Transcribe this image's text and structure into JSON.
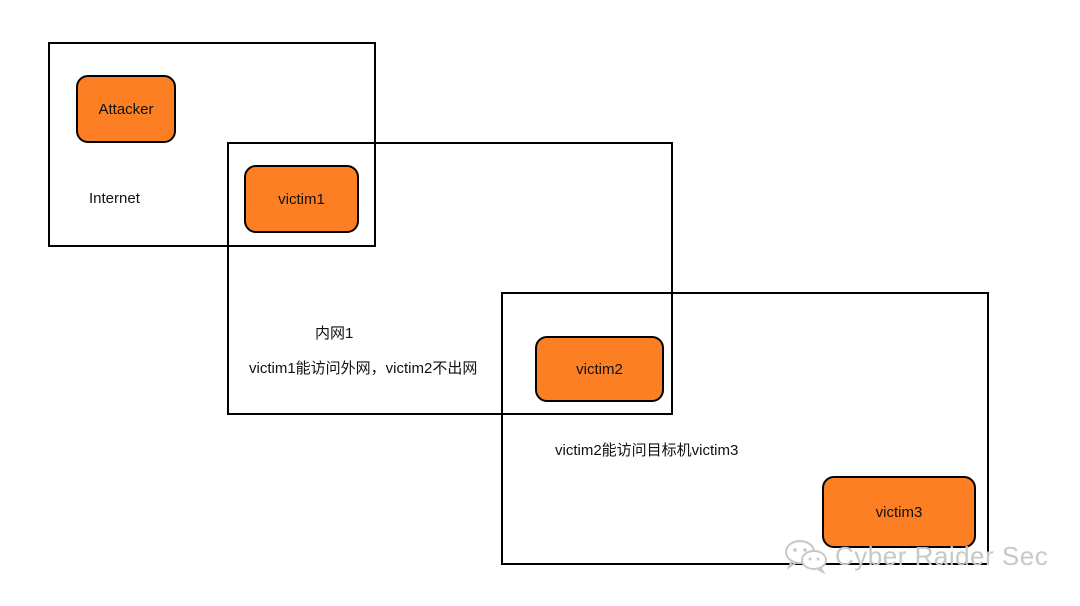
{
  "zones": {
    "internet": {
      "label": "Internet"
    },
    "intranet1": {
      "label": "内网1",
      "note": "victim1能访问外网，victim2不出网"
    },
    "intranet2": {
      "note": "victim2能访问目标机victim3"
    }
  },
  "nodes": {
    "attacker": "Attacker",
    "victim1": "victim1",
    "victim2": "victim2",
    "victim3": "victim3"
  },
  "colors": {
    "node_fill": "#fd7f23",
    "border": "#000000"
  },
  "watermark": {
    "icon": "wechat-icon",
    "text": "Cyber Raider Sec"
  }
}
